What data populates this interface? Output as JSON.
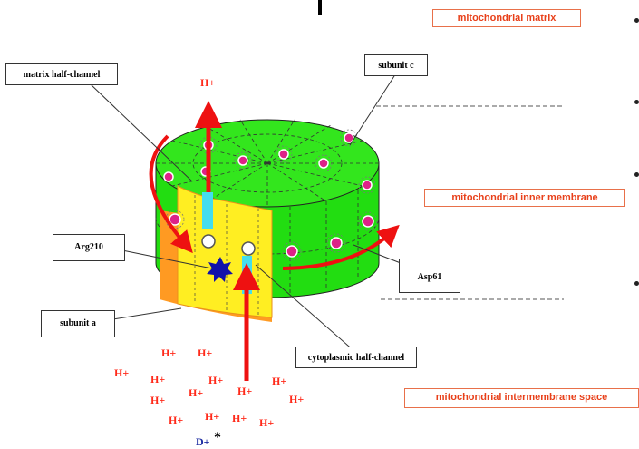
{
  "regions": {
    "matrix": "mitochondrial matrix",
    "inner_membrane": "mitochondrial inner membrane",
    "intermembrane": "mitochondrial intermembrane space"
  },
  "callouts": {
    "matrix_half_channel": "matrix half-channel",
    "subunit_c": "subunit c",
    "arg210": "Arg210",
    "asp61": "Asp61",
    "subunit_a": "subunit a",
    "cytoplasmic_half_channel": "cytoplasmic half-channel"
  },
  "ions": {
    "proton_label": "H+",
    "deuteron_label": "D+",
    "deuteron_mark": "*"
  },
  "colors": {
    "subunit_c_fill": "#22dd11",
    "subunit_a_fill": "#ffee22",
    "subunit_a_edge": "#ff9a22",
    "arrow_red": "#ee1111",
    "channel_cyan": "#44ddee",
    "site_magenta": "#dd2288",
    "arg_star_blue": "#1111aa",
    "region_text": "#e8401a"
  }
}
